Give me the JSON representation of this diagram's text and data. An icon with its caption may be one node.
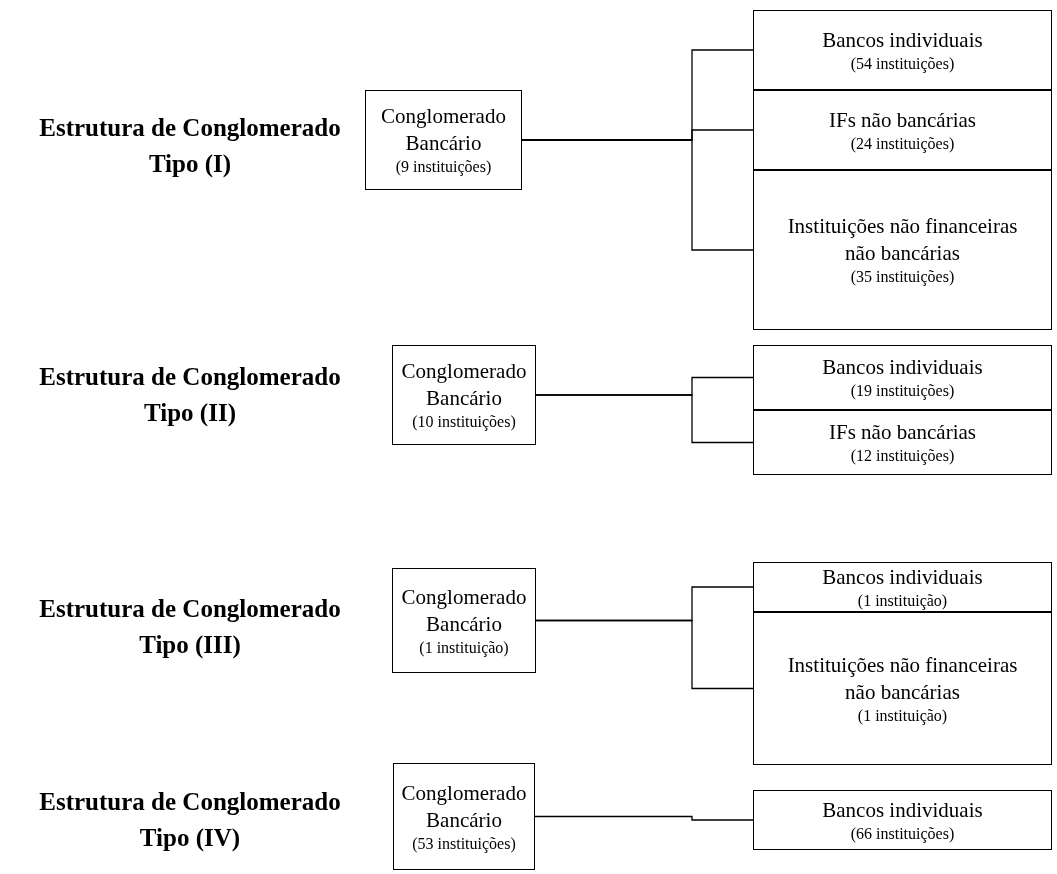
{
  "diagram": {
    "nodes": [
      {
        "text": [
          "Conglomerado Bancário",
          "(9 instituições)"
        ]
      },
      {
        "text": [
          "Bancos individuais",
          "(54 instituições)"
        ]
      },
      {
        "text": [
          "IFs não bancárias",
          "(24 instituições)"
        ]
      },
      {
        "text": [
          "Instituições não financeiras não bancárias",
          "(35 instituições)"
        ]
      },
      {
        "text": [
          "Conglomerado Bancário",
          "(10 instituições)"
        ]
      },
      {
        "text": [
          "Bancos individuais",
          "(19 instituições)"
        ]
      },
      {
        "text": [
          "IFs não bancárias",
          "(12 instituições)"
        ]
      },
      {
        "text": [
          "Conglomerado Bancário",
          "(1 instituição)"
        ]
      },
      {
        "text": [
          "Bancos individuais",
          "(1 instituição)"
        ]
      },
      {
        "text": [
          "Instituições não financeiras não bancárias",
          "(1 instituição)"
        ]
      },
      {
        "text": [
          "Conglomerado Bancário",
          "(53 instituições)"
        ]
      },
      {
        "text": [
          "Bancos individuais",
          "(66 instituições)"
        ]
      }
    ],
    "edges": [
      {
        "from": 0,
        "to": 1,
        "arrow": "none"
      },
      {
        "from": 0,
        "to": 2,
        "arrow": "none"
      },
      {
        "from": 0,
        "to": 3,
        "arrow": "none"
      },
      {
        "from": 4,
        "to": 5,
        "arrow": "none"
      },
      {
        "from": 4,
        "to": 6,
        "arrow": "none"
      },
      {
        "from": 7,
        "to": 8,
        "arrow": "none"
      },
      {
        "from": 7,
        "to": 9,
        "arrow": "none"
      },
      {
        "from": 10,
        "to": 11,
        "arrow": "none"
      }
    ],
    "labels": [
      "Estrutura de Conglomerado Tipo (I)",
      "Estrutura de Conglomerado Tipo (II)",
      "Estrutura de Conglomerado Tipo (III)",
      "Estrutura de Conglomerado Tipo (IV)"
    ]
  }
}
